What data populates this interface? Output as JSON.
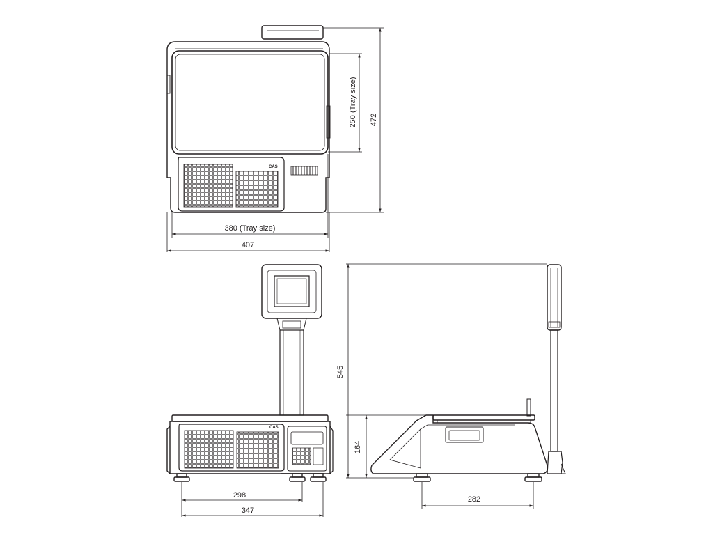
{
  "brand": {
    "logo": "CAS"
  },
  "top_view": {
    "tray_width_label": "380 (Tray size)",
    "overall_width_label": "407",
    "tray_depth_label": "250 (Tray size)",
    "overall_depth_label": "472"
  },
  "front_view": {
    "height_label": "545",
    "width_298_label": "298",
    "width_347_label": "347"
  },
  "side_view": {
    "body_height_label": "164",
    "foot_span_label": "282"
  }
}
